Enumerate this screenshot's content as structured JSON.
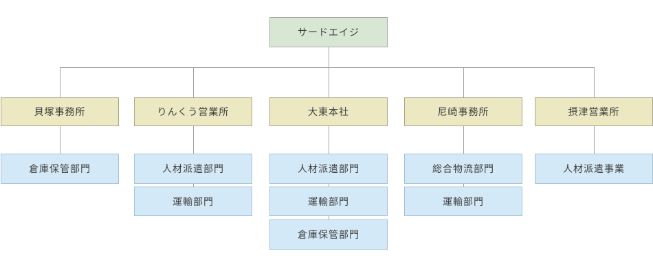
{
  "colors": {
    "bg": "#ffffff",
    "root_fill": "#d8e7d4",
    "root_border": "#a9a9a9",
    "office_fill": "#ece8c2",
    "office_border": "#aba588",
    "department_fill": "#d4e9f7",
    "department_border": "#a5c2d6",
    "line": "#a3a3a3",
    "text": "#3e3e3e"
  },
  "root": {
    "label": "サードエイジ"
  },
  "columns": [
    {
      "office": "貝塚事務所",
      "departments": [
        "倉庫保管部門"
      ]
    },
    {
      "office": "りんくう営業所",
      "departments": [
        "人材派遣部門",
        "運輸部門"
      ]
    },
    {
      "office": "大東本社",
      "departments": [
        "人材派遣部門",
        "運輸部門",
        "倉庫保管部門"
      ]
    },
    {
      "office": "尼崎事務所",
      "departments": [
        "総合物流部門",
        "運輸部門"
      ]
    },
    {
      "office": "摂津営業所",
      "departments": [
        "人材派遣事業"
      ]
    }
  ]
}
